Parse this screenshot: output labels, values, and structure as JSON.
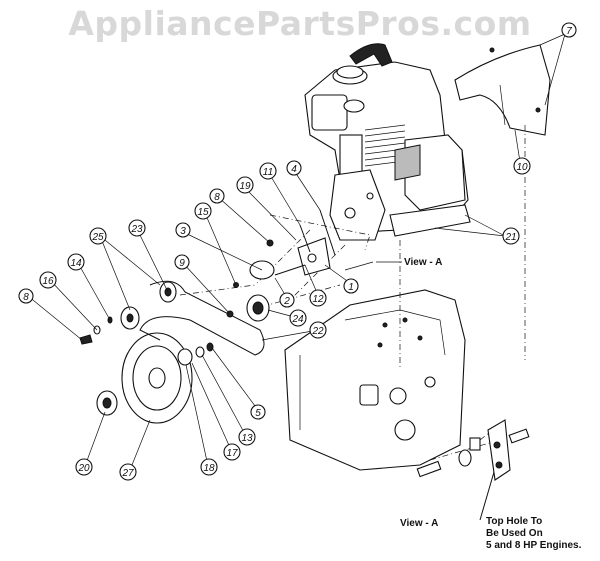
{
  "watermark": "AppliancePartsPros.com",
  "callouts": [
    {
      "id": "7",
      "text": "7"
    },
    {
      "id": "10",
      "text": "10"
    },
    {
      "id": "21",
      "text": "21"
    },
    {
      "id": "4",
      "text": "4"
    },
    {
      "id": "11",
      "text": "11"
    },
    {
      "id": "19",
      "text": "19"
    },
    {
      "id": "8a",
      "text": "8"
    },
    {
      "id": "15",
      "text": "15"
    },
    {
      "id": "3",
      "text": "3"
    },
    {
      "id": "9",
      "text": "9"
    },
    {
      "id": "23",
      "text": "23"
    },
    {
      "id": "25",
      "text": "25"
    },
    {
      "id": "14",
      "text": "14"
    },
    {
      "id": "16",
      "text": "16"
    },
    {
      "id": "8b",
      "text": "8"
    },
    {
      "id": "1",
      "text": "1"
    },
    {
      "id": "12",
      "text": "12"
    },
    {
      "id": "2",
      "text": "2"
    },
    {
      "id": "24",
      "text": "24"
    },
    {
      "id": "22",
      "text": "22"
    },
    {
      "id": "5",
      "text": "5"
    },
    {
      "id": "13",
      "text": "13"
    },
    {
      "id": "17",
      "text": "17"
    },
    {
      "id": "18",
      "text": "18"
    },
    {
      "id": "20",
      "text": "20"
    },
    {
      "id": "27",
      "text": "27"
    }
  ],
  "labels": {
    "view_a_top": "View - A",
    "view_a_bottom": "View - A",
    "note_line1": "Top Hole To",
    "note_line2": "Be Used On",
    "note_line3": "5 and 8 HP Engines."
  }
}
